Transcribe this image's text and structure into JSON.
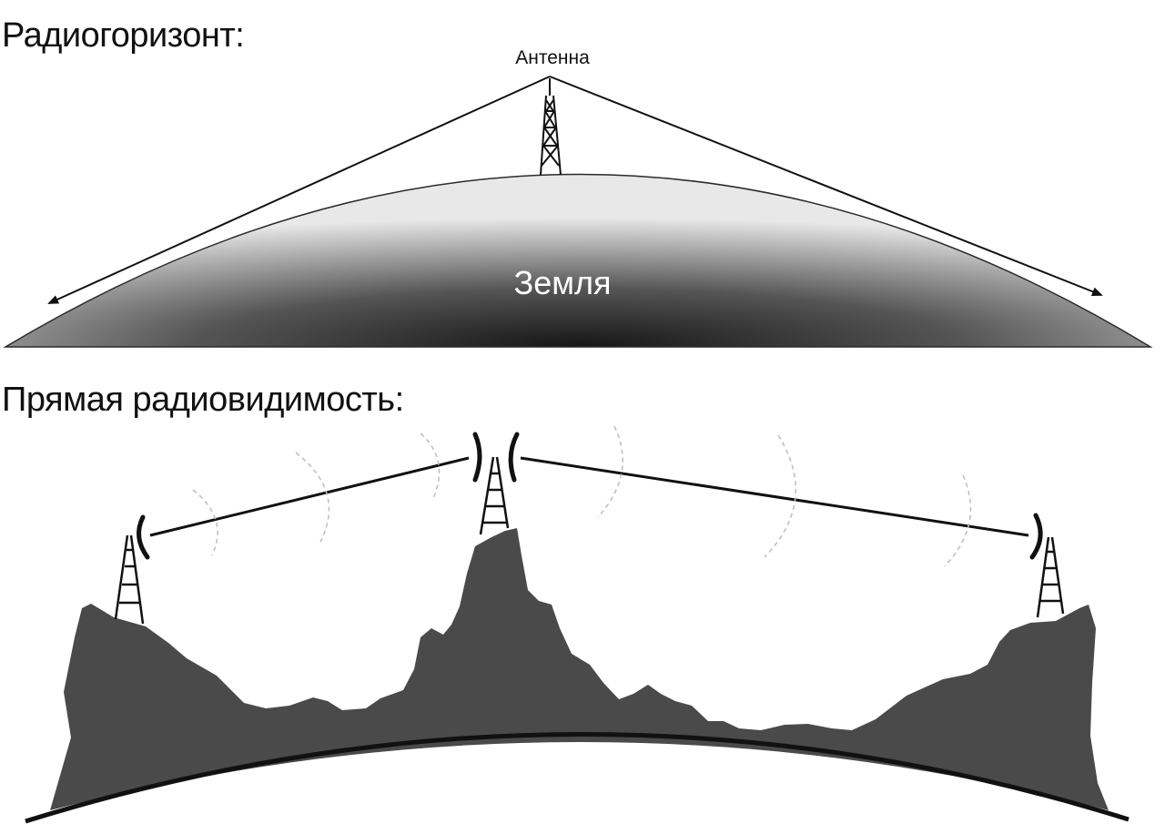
{
  "section_radio_horizon": {
    "title": "Радиогоризонт:",
    "antenna_label": "Антенна",
    "earth_label": "Земля"
  },
  "section_line_of_sight": {
    "title": "Прямая радиовидимость:"
  },
  "colors": {
    "earth_dark": "#1a1a1a",
    "earth_light": "#e6e6e6",
    "terrain": "#4a4a4a",
    "line": "#111111",
    "wave_arc": "#bdbdbd"
  }
}
